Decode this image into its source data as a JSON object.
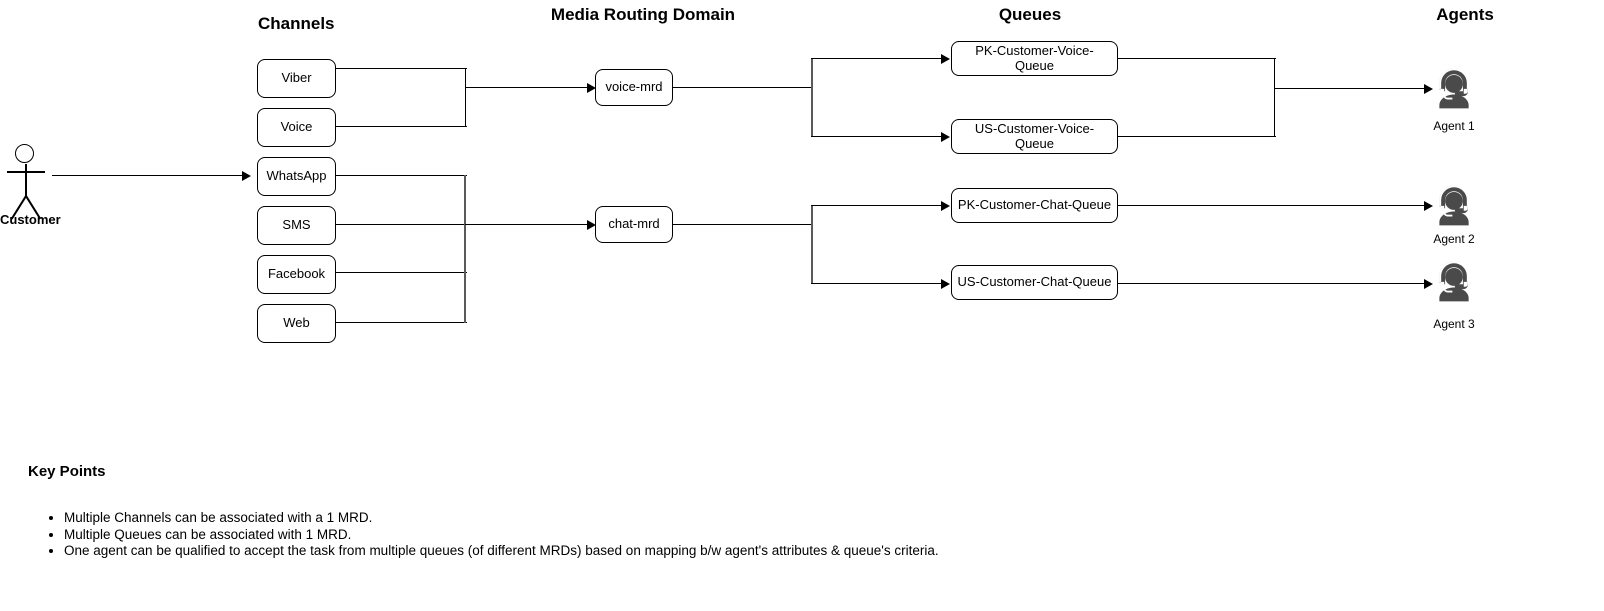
{
  "columns": {
    "channels": "Channels",
    "mrd": "Media Routing Domain",
    "queues": "Queues",
    "agents": "Agents"
  },
  "actor": {
    "label": "Customer",
    "icon": "stick-figure-icon"
  },
  "channels": [
    {
      "label": "Viber"
    },
    {
      "label": "Voice"
    },
    {
      "label": "WhatsApp"
    },
    {
      "label": "SMS"
    },
    {
      "label": "Facebook"
    },
    {
      "label": "Web"
    }
  ],
  "mrds": [
    {
      "label": "voice-mrd"
    },
    {
      "label": "chat-mrd"
    }
  ],
  "queues": [
    {
      "label": "PK-Customer-Voice-Queue"
    },
    {
      "label": "US-Customer-Voice-Queue"
    },
    {
      "label": "PK-Customer-Chat-Queue"
    },
    {
      "label": "US-Customer-Chat-Queue"
    }
  ],
  "agents": [
    {
      "label": "Agent 1",
      "icon": "agent-headset-icon"
    },
    {
      "label": "Agent 2",
      "icon": "agent-headset-icon"
    },
    {
      "label": "Agent 3",
      "icon": "agent-headset-icon"
    }
  ],
  "key_points": {
    "title": "Key Points",
    "items": [
      "Multiple Channels can be associated with a 1 MRD.",
      "Multiple Queues can be associated with 1 MRD.",
      "One agent can be qualified to accept the task from multiple queues (of different MRDs) based on mapping b/w agent's attributes & queue's criteria."
    ]
  },
  "colors": {
    "stroke": "#000000",
    "bus": "#5a5a5a",
    "agent_fill": "#4a4a4a",
    "background": "#ffffff"
  }
}
